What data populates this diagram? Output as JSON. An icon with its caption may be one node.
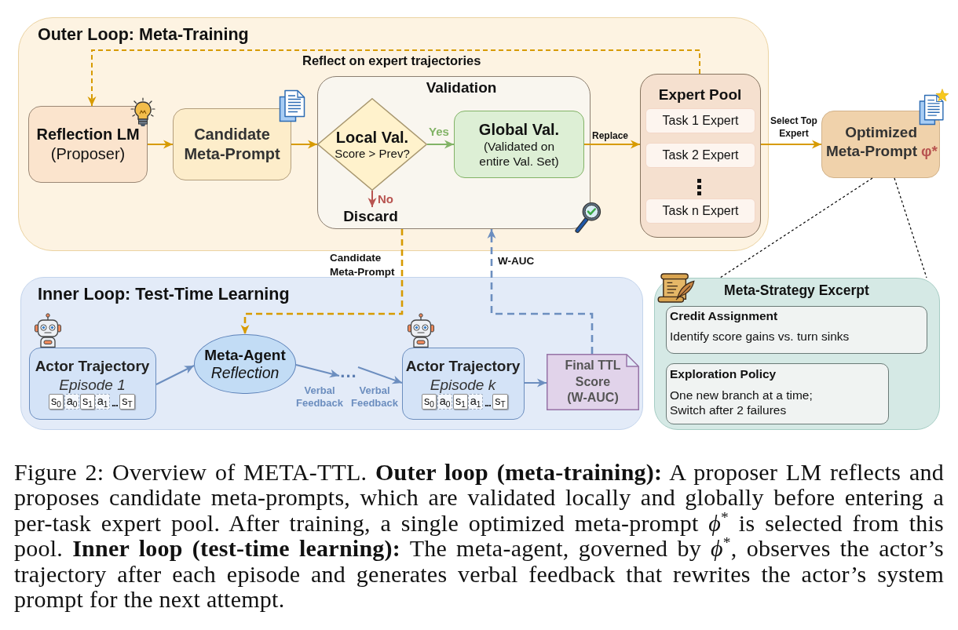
{
  "diagram": {
    "nodes": [
      {
        "text": [
          "Outer Loop: Meta-Training"
        ]
      },
      {
        "text": [
          "Reflection LM",
          "(Proposer)"
        ],
        "in": 0
      },
      {
        "text": [
          "Candidate Meta-Prompt"
        ],
        "in": 0
      },
      {
        "text": [
          "Validation"
        ],
        "in": 0
      },
      {
        "text": [
          "Local Val.",
          "Score > Prev?"
        ],
        "in": 3
      },
      {
        "text": [
          "Global Val.",
          "(Validated on entire Val. Set)"
        ],
        "in": 3
      },
      {
        "text": [
          "Discard"
        ],
        "in": 3
      },
      {
        "text": [
          "Expert Pool"
        ],
        "in": 0
      },
      {
        "text": [
          "Task 1 Expert"
        ],
        "in": 7
      },
      {
        "text": [
          "Task 2 Expert"
        ],
        "in": 7
      },
      {
        "text": [
          "Task n Expert"
        ],
        "in": 7
      },
      {
        "text": [
          "Optimized Meta-Prompt",
          "φ*"
        ]
      },
      {
        "text": [
          "Inner Loop: Test-Time Learning"
        ]
      },
      {
        "text": [
          "Actor Trajectory",
          "Episode 1",
          "..."
        ],
        "in": 12
      },
      {
        "text": [
          "s$_{0}$"
        ],
        "in": 13
      },
      {
        "text": [
          "a$_{0}$"
        ],
        "in": 13
      },
      {
        "text": [
          "s$_{1}$"
        ],
        "in": 13
      },
      {
        "text": [
          "a$_{1}$"
        ],
        "in": 13
      },
      {
        "text": [
          "s$_{T}$"
        ],
        "in": 13
      },
      {
        "text": [
          "Meta-Agent",
          "Reflection"
        ],
        "in": 12
      },
      {
        "text": [
          "..."
        ],
        "in": 12
      },
      {
        "text": [
          "Actor Trajectory",
          "Episode k",
          "..."
        ],
        "in": 12
      },
      {
        "text": [
          "s$_{0}$"
        ],
        "in": 21
      },
      {
        "text": [
          "a$_{0}$"
        ],
        "in": 21
      },
      {
        "text": [
          "s$_{1}$"
        ],
        "in": 21
      },
      {
        "text": [
          "a$_{1}$"
        ],
        "in": 21
      },
      {
        "text": [
          "s$_{T}$"
        ],
        "in": 21
      },
      {
        "text": [
          "Final TTL Score (W-AUC)"
        ],
        "in": 12
      },
      {
        "text": [
          "Meta-Strategy Excerpt"
        ]
      },
      {
        "text": [
          "Credit Assignment",
          "Identify score gains vs. turn sinks"
        ],
        "in": 28
      },
      {
        "text": [
          "Exploration Policy",
          "One new branch at a time; Switch after 2 failures"
        ],
        "in": 28
      }
    ],
    "edges": [
      {
        "from": 1,
        "to": 2,
        "arrow": "to"
      },
      {
        "from": 2,
        "to": 4,
        "arrow": "to"
      },
      {
        "from": 4,
        "to": 5,
        "arrow": "to",
        "label": "Yes",
        "color": "#82b366"
      },
      {
        "from": 4,
        "to": 6,
        "arrow": "to",
        "label": "No",
        "color": "#b85450"
      },
      {
        "from": 5,
        "to": 7,
        "arrow": "to",
        "label": "Replace"
      },
      {
        "from": 7,
        "to": 11,
        "arrow": "to",
        "label": "Select Top Expert"
      },
      {
        "from": 7,
        "to": 1,
        "arrow": "to",
        "label": "Reflect on expert trajectories",
        "style": "dashed"
      },
      {
        "from": 3,
        "to": 19,
        "arrow": "to",
        "label": "Candidate Meta-Prompt",
        "style": "dashed"
      },
      {
        "from": 27,
        "to": 3,
        "arrow": "to",
        "label": "W-AUC",
        "style": "dashed",
        "color": "#6c8ebf"
      },
      {
        "from": 13,
        "to": 19,
        "arrow": "to",
        "color": "#6c8ebf"
      },
      {
        "from": 19,
        "to": 20,
        "arrow": "to",
        "label": "Verbal Feedback",
        "color": "#6c8ebf"
      },
      {
        "from": 20,
        "to": 21,
        "arrow": "to",
        "label": "Verbal Feedback",
        "color": "#6c8ebf"
      },
      {
        "from": 21,
        "to": 27,
        "arrow": "to",
        "color": "#6c8ebf"
      },
      {
        "from": 11,
        "to": 28,
        "arrow": "none",
        "style": "dashed",
        "color": "#000000"
      },
      {
        "from": 11,
        "to": 28,
        "arrow": "none",
        "style": "dashed",
        "color": "#000000"
      }
    ],
    "caption": "Figure 2: Overview of META-TTL. **Outer loop (meta-training):** A proposer LM reflects and proposes candidate meta-prompts, which are validated locally and globally before entering a per-task expert pool. After training, a single optimized meta-prompt *ϕ*$^{*}$ is selected from this pool. **Inner loop (test-time learning):** The meta-agent, governed by *ϕ*$^{*}$, observes the actor’s trajectory after each episode and generates verbal feedback that rewrites the actor’s system prompt for the next attempt."
  }
}
